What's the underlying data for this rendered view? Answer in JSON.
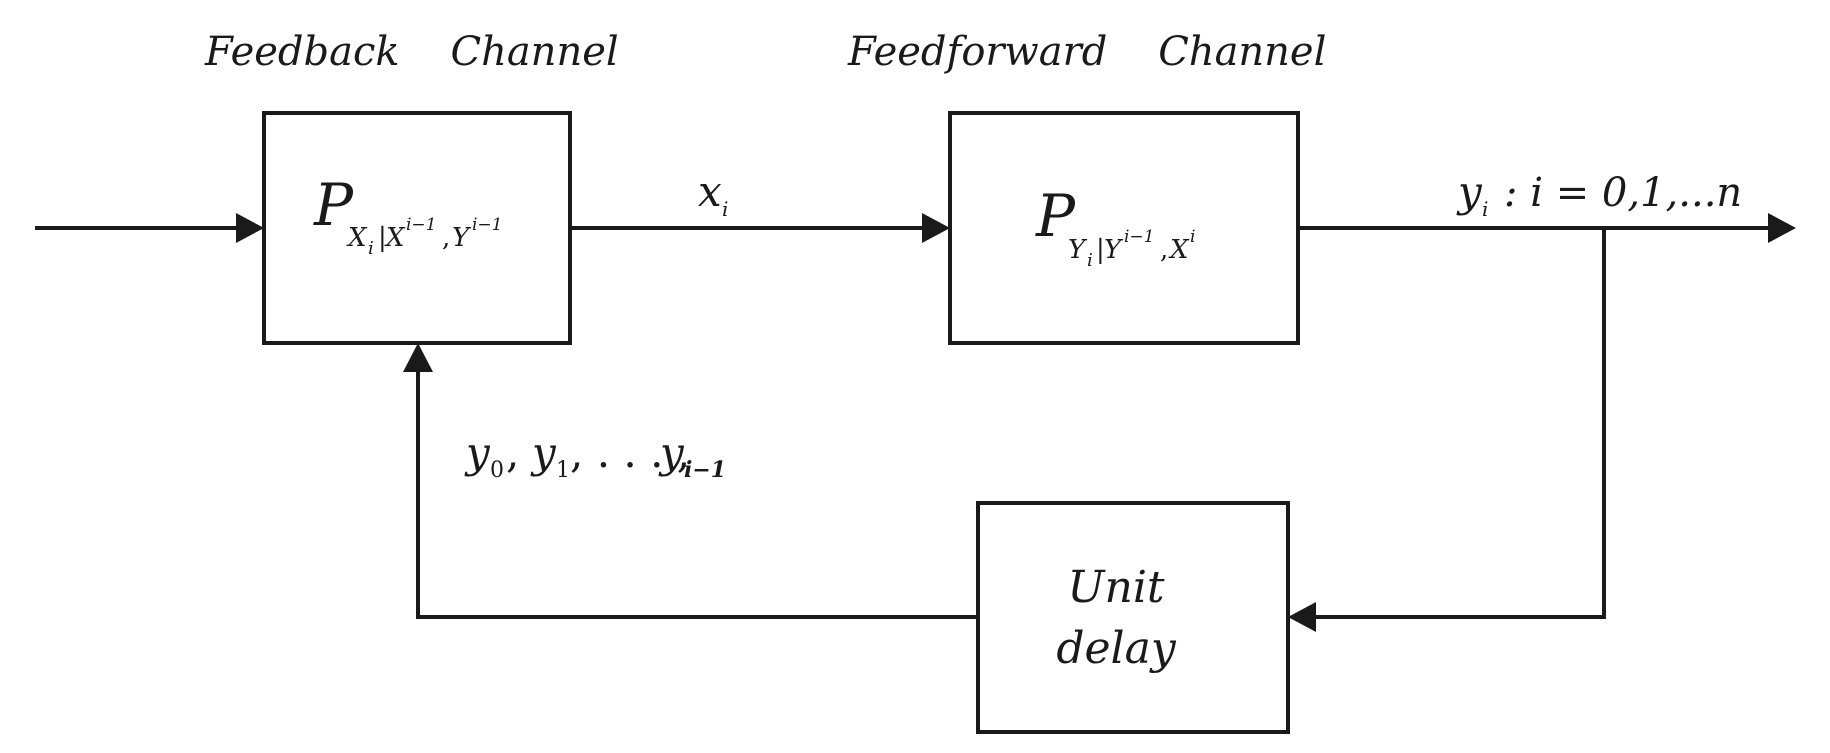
{
  "headings": {
    "feedback_channel": "Feedback    Channel",
    "feedforward_channel": "Feedforward    Channel"
  },
  "blocks": {
    "feedback": {
      "main": "P",
      "sub_x": "X",
      "sub_i": "i",
      "sub_bar": "|",
      "sub_X": "X",
      "sup1": "i−1",
      "comma": ",",
      "sub_Y": "Y",
      "sup2": "i−1"
    },
    "feedforward": {
      "main": "P",
      "sub_Y": "Y",
      "sub_i": "i",
      "sub_bar": "|",
      "sub_Y2": "Y",
      "sup1": "i−1",
      "comma": ",",
      "sub_X": "X",
      "sup2": "i"
    },
    "unit_delay": {
      "line1": "Unit",
      "line2": "delay"
    }
  },
  "signals": {
    "x_i": {
      "base": "x",
      "sub": "i"
    },
    "output": {
      "base": "y",
      "sub": "i",
      "rest": ": i = 0,1,...n"
    },
    "feedback_seq": {
      "y0": "y",
      "s0": "0",
      "sep1": ", ",
      "y1": "y",
      "s1": "1",
      "sep2": ", . . . , ",
      "yi": "y",
      "si": "i−1"
    }
  }
}
